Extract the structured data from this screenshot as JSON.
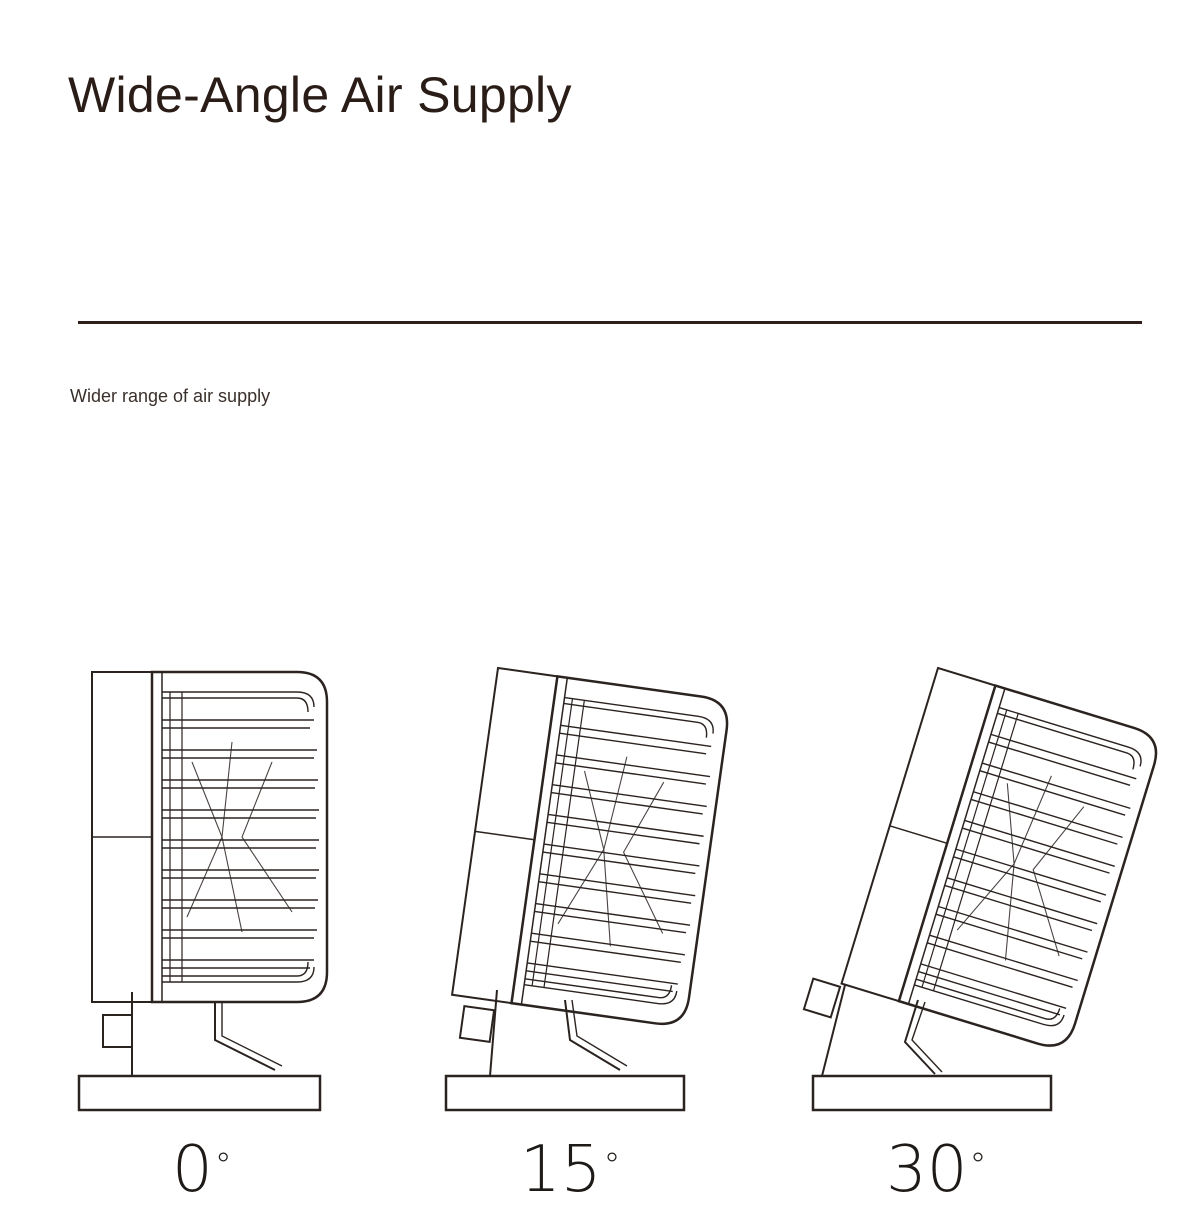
{
  "header": {
    "title": "Wide-Angle Air Supply",
    "subtitle": "Wider range of air supply"
  },
  "illustrations": [
    {
      "tilt_degrees": 0,
      "label": "0",
      "unit": "°"
    },
    {
      "tilt_degrees": 15,
      "label": "15",
      "unit": "°"
    },
    {
      "tilt_degrees": 30,
      "label": "30",
      "unit": "°"
    }
  ],
  "colors": {
    "text": "#2a1d17",
    "line": "#2e1f1a",
    "drawing_stroke": "#2b2320",
    "background": "#ffffff"
  }
}
